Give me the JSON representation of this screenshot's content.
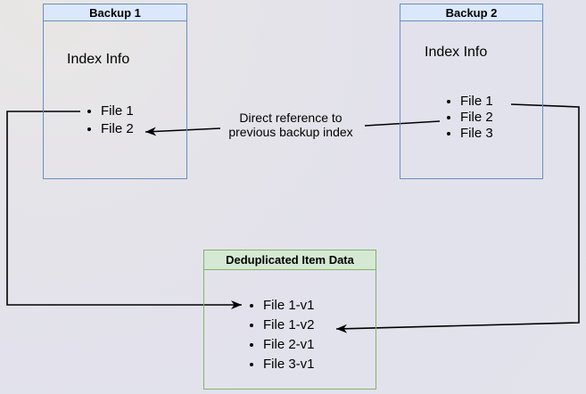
{
  "diagram": {
    "backup1": {
      "title": "Backup 1",
      "subtitle": "Index Info",
      "items": [
        "File 1",
        "File 2"
      ]
    },
    "backup2": {
      "title": "Backup 2",
      "subtitle": "Index Info",
      "items": [
        "File 1",
        "File 2",
        "File 3"
      ]
    },
    "dedup": {
      "title": "Deduplicated Item Data",
      "items": [
        "File 1-v1",
        "File 1-v2",
        "File 2-v1",
        "File 3-v1"
      ]
    },
    "annotation": {
      "line1": "Direct reference to",
      "line2": "previous backup index"
    },
    "colors": {
      "blue_fill": "#dbe8fc",
      "blue_border": "#6c8ebf",
      "green_fill": "#d5e8d4",
      "green_border": "#82b366",
      "line": "#000000"
    }
  }
}
